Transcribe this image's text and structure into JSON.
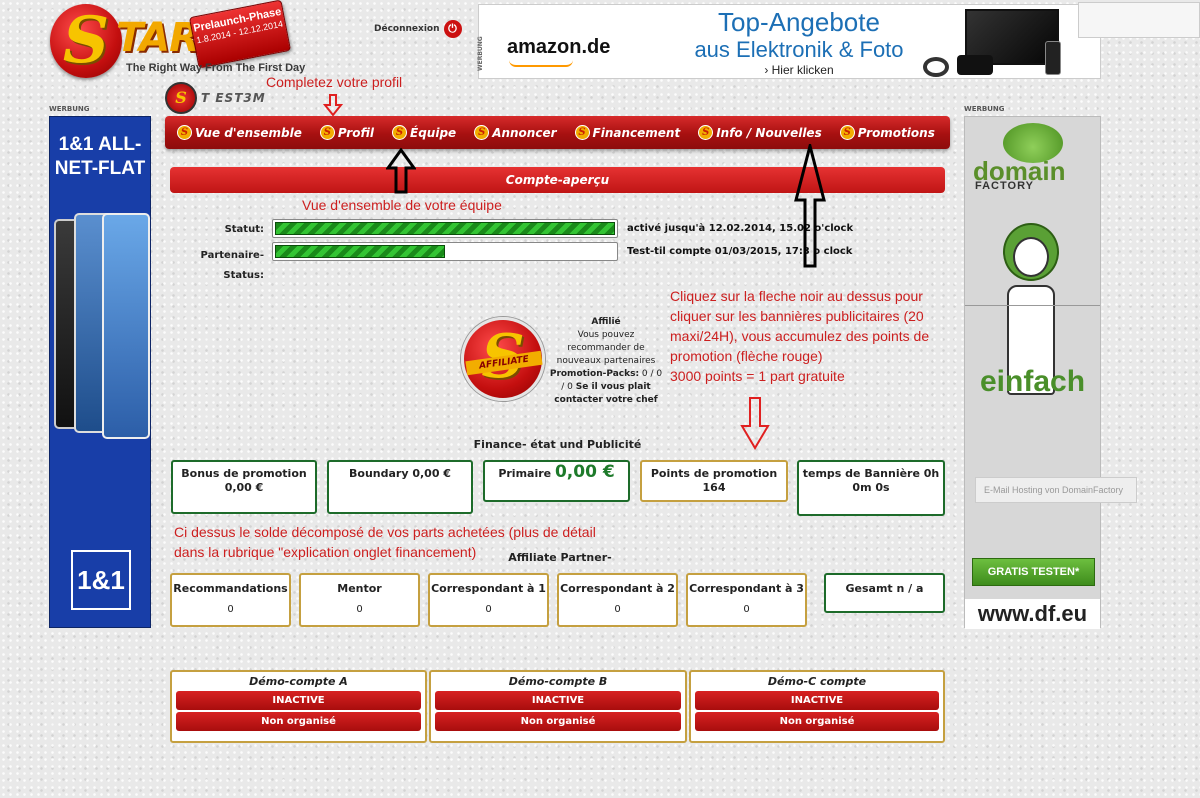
{
  "header": {
    "logo_letter": "S",
    "logo_text": "TAR  24",
    "prelaunch_title": "Prelaunch-Phase",
    "prelaunch_dates": "1.8.2014 - 12.12.2014",
    "tagline": "The Right Way From The First Day",
    "logout_label": "Déconnexion",
    "user_badge": "S",
    "username": "T EST3M"
  },
  "top_ad": {
    "sponsor": "WERBUNG",
    "brand": "amazon.de",
    "headline": "Top-Angebote",
    "subline": "aus Elektronik & Foto",
    "link": "› Hier klicken"
  },
  "left_ad": {
    "sponsor": "WERBUNG",
    "headline_1": "1&1 ALL-",
    "headline_2": "NET-FLAT",
    "brand": "1&1"
  },
  "right_ad": {
    "sponsor": "WERBUNG",
    "brand": "domain",
    "brand_sub": "FACTORY",
    "slogan": "einfach",
    "email_placeholder": "E-Mail Hosting von DomainFactory",
    "cta": "GRATIS TESTEN*",
    "url": "www.df.eu"
  },
  "nav": {
    "icon_letter": "S",
    "items": [
      {
        "label": "Vue d'ensemble"
      },
      {
        "label": "Profil"
      },
      {
        "label": "Équipe"
      },
      {
        "label": "Annoncer"
      },
      {
        "label": "Financement"
      },
      {
        "label": "Info / Nouvelles"
      },
      {
        "label": "Promotions"
      }
    ]
  },
  "annotations": {
    "profile_hint": "Completez votre profil",
    "team_hint": "Vue d'ensemble de votre équipe",
    "click_hint_1": "Cliquez sur la fleche noir au dessus pour",
    "click_hint_2": "cliquer sur les bannières publicitaires (20",
    "click_hint_3": "maxi/24H), vous accumulez des points de",
    "click_hint_4": "promotion (flèche rouge)",
    "click_hint_5": "3000 points = 1 part gratuite",
    "balance_hint_1": "Ci dessus le solde décomposé de vos parts achetées (plus de détail",
    "balance_hint_2": "dans la rubrique \"explication onglet financement)"
  },
  "account": {
    "section_title": "Compte-aperçu",
    "status_label": "Statut:",
    "status_text": "activé jusqu'à 12.02.2014, 15.02 o'clock",
    "status_progress": 1.0,
    "partner_label_1": "Partenaire-",
    "partner_label_2": "Status:",
    "partner_text": "Test-til compte 01/03/2015, 17:3  o clock",
    "partner_progress": 0.5
  },
  "affiliate": {
    "badge_letter": "S",
    "badge_label": "AFFILIATE",
    "title": "Affilié",
    "line1": "Vous pouvez",
    "line2": "recommander de",
    "line3": "nouveaux partenaires",
    "packs_label": "Promotion-Packs:",
    "packs_value": "0 / 0",
    "packs_value2": "/ 0",
    "contact": "Se il vous plait",
    "contact2": "contacter votre chef"
  },
  "finance": {
    "title": "Finance- état und Publicité",
    "bonus_label": "Bonus de promotion",
    "bonus_value": "0,00 €",
    "boundary": "Boundary 0,00 €",
    "primary_label": "Primaire",
    "primary_value": "0,00 €",
    "points": "Points de promotion 164",
    "banner_label": "temps de Bannière 0h",
    "banner_value": "0m 0s"
  },
  "partners": {
    "title": "Affiliate Partner-",
    "boxes": [
      {
        "label": "Recommandations",
        "value": "0"
      },
      {
        "label": "Mentor",
        "value": "0"
      },
      {
        "label": "Correspondant à 1",
        "value": "0"
      },
      {
        "label": "Correspondant à 2",
        "value": "0"
      },
      {
        "label": "Correspondant à 3",
        "value": "0"
      }
    ],
    "total": "Gesamt n / a"
  },
  "demo": [
    {
      "title": "Démo-compte A",
      "status": "INACTIVE",
      "org": "Non organisé"
    },
    {
      "title": "Démo-compte B",
      "status": "INACTIVE",
      "org": "Non organisé"
    },
    {
      "title": "Démo-C compte",
      "status": "INACTIVE",
      "org": "Non organisé"
    }
  ],
  "colors": {
    "brand_red": "#c01515",
    "accent_green": "#1d6b2a",
    "annotation_red": "#cc1f1f",
    "gold": "#c5a040"
  }
}
